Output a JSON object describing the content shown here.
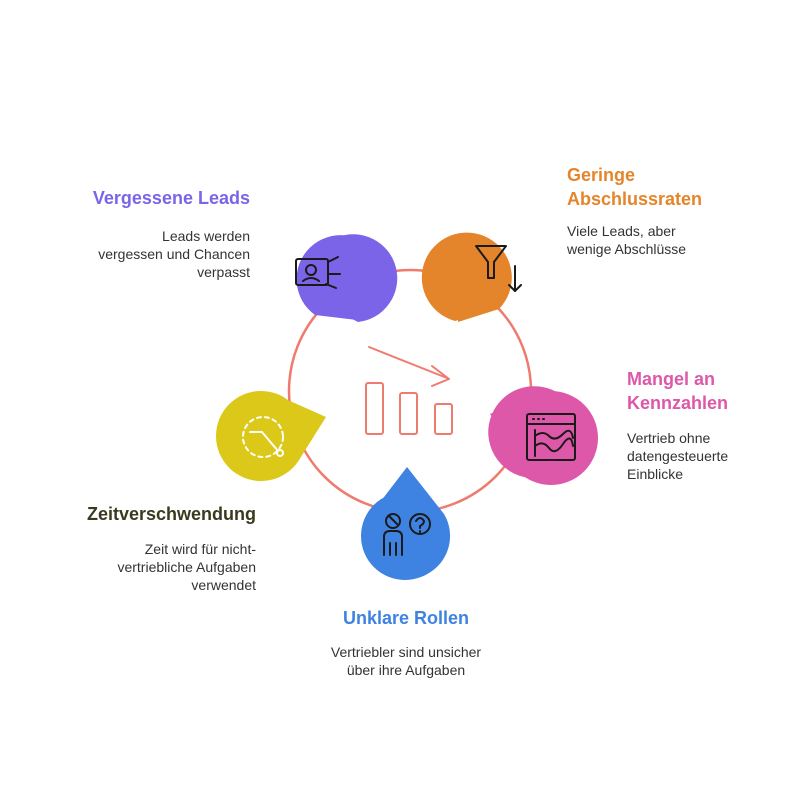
{
  "colors": {
    "ring": "#ef7b6f",
    "purple": "#7b64e8",
    "orange": "#e5852b",
    "pink": "#de58a9",
    "blue": "#3e82e2",
    "yellow": "#dcc818",
    "dark_text": "#3a3a1e"
  },
  "center_icon": "bar-chart-with-trend-arrow-icon",
  "items": {
    "vergessene_leads": {
      "title": "Vergessene Leads",
      "desc": [
        "Leads werden",
        "vergessen und Chancen",
        "verpasst"
      ],
      "icon": "money-hand-icon"
    },
    "geringe_abschlussraten": {
      "title": [
        "Geringe",
        "Abschlussraten"
      ],
      "desc": [
        "Viele Leads, aber",
        "wenige Abschlüsse"
      ],
      "icon": "funnel-down-icon"
    },
    "mangel_an_kennzahlen": {
      "title": [
        "Mangel an",
        "Kennzahlen"
      ],
      "desc": [
        "Vertrieb ohne",
        "datengesteuerte",
        "Einblicke"
      ],
      "icon": "analytics-window-icon"
    },
    "unklare_rollen": {
      "title": "Unklare Rollen",
      "desc": [
        "Vertriebler sind unsicher",
        "über ihre Aufgaben"
      ],
      "icon": "person-question-icon"
    },
    "zeitverschwendung": {
      "title": "Zeitverschwendung",
      "desc": [
        "Zeit wird für nicht-",
        "vertriebliche Aufgaben",
        "verwendet"
      ],
      "icon": "clock-decline-icon"
    }
  }
}
